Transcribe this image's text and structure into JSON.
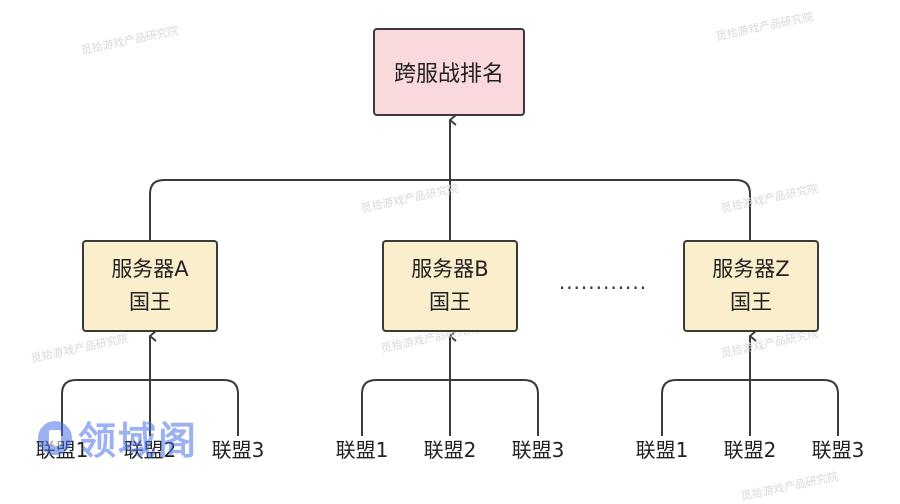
{
  "root": {
    "label": "跨服战排名"
  },
  "servers": [
    {
      "name": "服务器A",
      "role": "国王"
    },
    {
      "name": "服务器B",
      "role": "国王"
    },
    {
      "name": "服务器Z",
      "role": "国王"
    }
  ],
  "leaves": [
    [
      "联盟1",
      "联盟2",
      "联盟3"
    ],
    [
      "联盟1",
      "联盟2",
      "联盟3"
    ],
    [
      "联盟1",
      "联盟2",
      "联盟3"
    ]
  ],
  "ellipsis": "............",
  "watermark": "觅拾游戏产品研究院",
  "logo": {
    "text": "领域阁"
  },
  "colors": {
    "root_fill": "#fad9dc",
    "server_fill": "#fbeecc",
    "line": "#3a3a3a",
    "logo": "#4a72e8"
  }
}
